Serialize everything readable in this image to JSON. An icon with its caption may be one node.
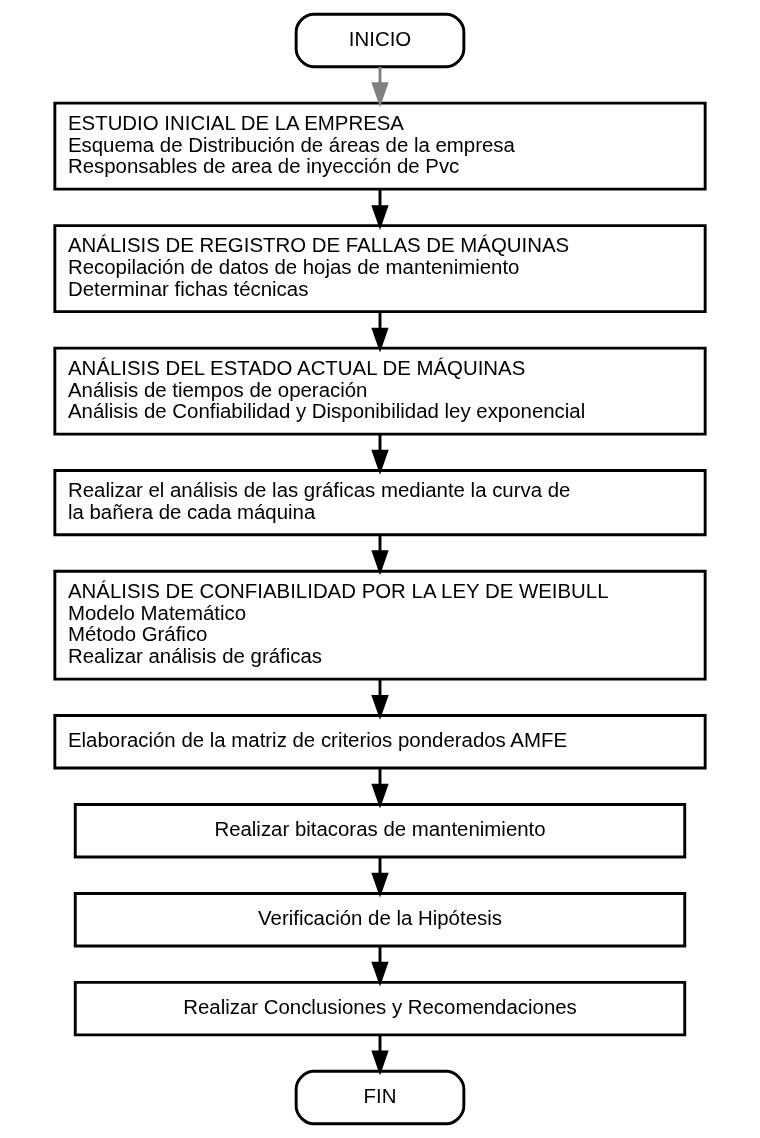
{
  "diagram": {
    "nodes": [
      {
        "text": [
          "INICIO"
        ]
      },
      {
        "text": [
          "ESTUDIO INICIAL DE LA EMPRESA",
          "Esquema de Distribución de áreas de la empresa",
          "Responsables de area de inyección de Pvc"
        ]
      },
      {
        "text": [
          "ANÁLISIS DE REGISTRO DE FALLAS DE MÁQUINAS",
          "Recopilación de datos de hojas de mantenimiento",
          "Determinar fichas técnicas"
        ]
      },
      {
        "text": [
          "ANÁLISIS DEL ESTADO ACTUAL DE MÁQUINAS",
          "Análisis de tiempos de operación",
          "Análisis de Confiabilidad y Disponibilidad ley exponencial"
        ]
      },
      {
        "text": [
          "Realizar el análisis de las gráficas mediante la curva de la bañera de cada máquina"
        ]
      },
      {
        "text": [
          "ANÁLISIS DE CONFIABILIDAD POR LA LEY DE WEIBULL",
          "Modelo Matemático",
          "Método Gráfico",
          "Realizar análisis de gráficas"
        ]
      },
      {
        "text": [
          "Elaboración de la matriz de criterios ponderados AMFE"
        ]
      },
      {
        "text": [
          "Realizar bitacoras de mantenimiento"
        ]
      },
      {
        "text": [
          "Verificación de la Hipótesis"
        ]
      },
      {
        "text": [
          "Realizar Conclusiones y Recomendaciones"
        ]
      },
      {
        "text": [
          "FIN"
        ]
      }
    ],
    "edges": [
      {
        "from": 0,
        "to": 1,
        "arrow": "to",
        "color": "#808080"
      },
      {
        "from": 1,
        "to": 2,
        "arrow": "to"
      },
      {
        "from": 2,
        "to": 3,
        "arrow": "to"
      },
      {
        "from": 3,
        "to": 4,
        "arrow": "to"
      },
      {
        "from": 4,
        "to": 5,
        "arrow": "to"
      },
      {
        "from": 5,
        "to": 6,
        "arrow": "to"
      },
      {
        "from": 6,
        "to": 7,
        "arrow": "to"
      },
      {
        "from": 7,
        "to": 8,
        "arrow": "to"
      },
      {
        "from": 8,
        "to": 9,
        "arrow": "to"
      },
      {
        "from": 9,
        "to": 10,
        "arrow": "to"
      }
    ]
  }
}
